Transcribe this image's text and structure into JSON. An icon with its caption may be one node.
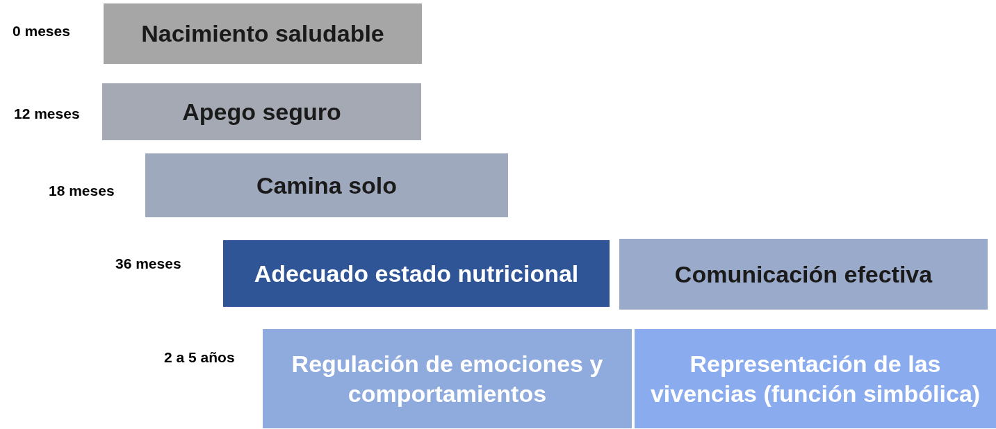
{
  "diagram": {
    "nodes": [
      {
        "text": [
          "Nacimiento saludable"
        ]
      },
      {
        "text": [
          "Apego seguro"
        ]
      },
      {
        "text": [
          "Camina solo"
        ]
      },
      {
        "text": [
          "Adecuado estado nutricional"
        ]
      },
      {
        "text": [
          "Comunicación efectiva"
        ]
      },
      {
        "text": [
          "Regulación de emociones y comportamientos"
        ]
      },
      {
        "text": [
          "Representación de las vivencias (función simbólica)"
        ]
      }
    ],
    "labels": [
      "0 meses",
      "12 meses",
      "18 meses",
      "36 meses",
      "2 a 5 años"
    ]
  }
}
